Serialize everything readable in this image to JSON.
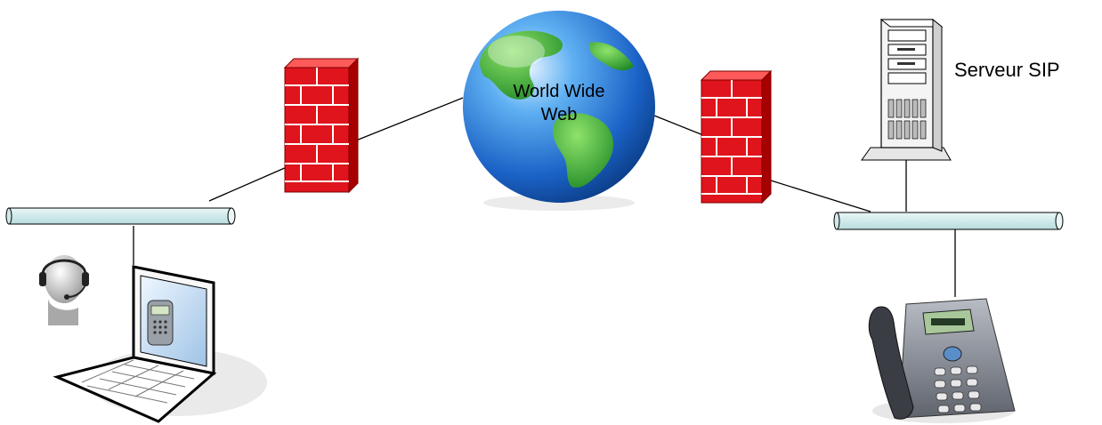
{
  "labels": {
    "internet_line1": "World Wide",
    "internet_line2": "Web",
    "server": "Serveur SIP"
  },
  "colors": {
    "firewall_red": "#e0141c",
    "segment_fill": "#cfe9ea",
    "globe_ocean": "#2a7fd8",
    "globe_land": "#2ea32e"
  },
  "icons": [
    "headset-user-icon",
    "laptop-icon",
    "firewall-icon",
    "globe-icon",
    "server-tower-icon",
    "ip-phone-icon"
  ]
}
